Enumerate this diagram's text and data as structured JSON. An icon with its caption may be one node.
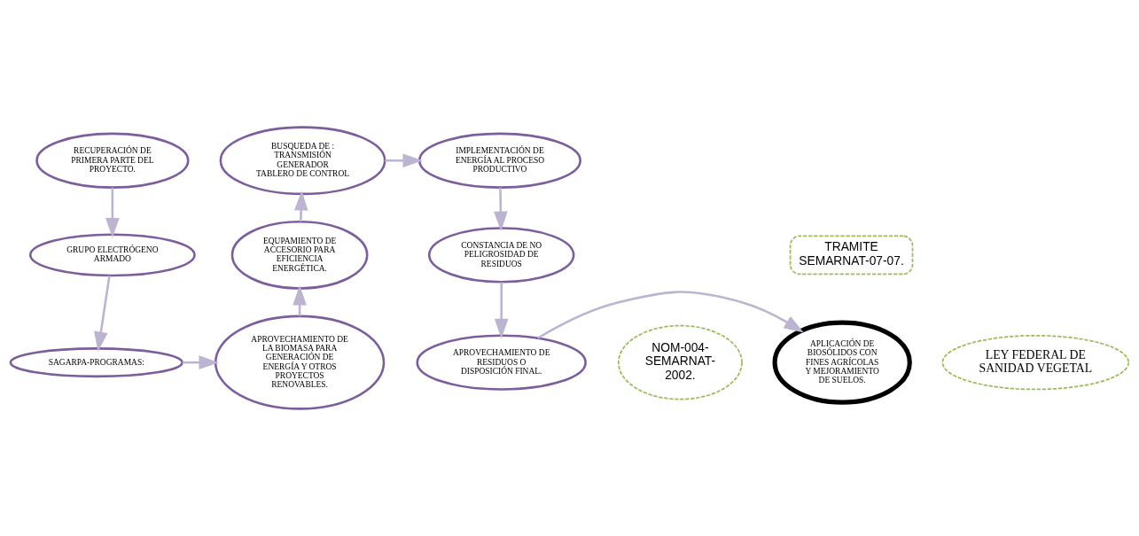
{
  "diagram": {
    "nodes": [
      {
        "text": [
          "RECUPERACIÓN DE PRIMERA PARTE DEL PROYECTO."
        ]
      },
      {
        "text": [
          "GRUPO ELECTRÓGENO ARMADO"
        ]
      },
      {
        "text": [
          "SAGARPA-PROGRAMAS:"
        ]
      },
      {
        "text": [
          "APROVECHAMIENTO DE LA BIOMASA PARA GENERACIÓN DE ENERGÍA Y OTROS PROYECTOS RENOVABLES."
        ]
      },
      {
        "text": [
          "EQUPAMIENTO DE ACCESORIO PARA EFICIENCIA ENERGÉTICA."
        ]
      },
      {
        "text": [
          "BUSQUEDA DE :",
          "TRANSMISIÓN",
          "GENERADOR",
          "TABLERO DE CONTROL"
        ]
      },
      {
        "text": [
          "IMPLEMENTACIÓN DE ENERGÍA AL PROCESO PRODUCTIVO"
        ]
      },
      {
        "text": [
          "TRAMITE SEMARNAT-07-07."
        ]
      },
      {
        "text": [
          "CONSTANCIA DE NO PELIGROSIDAD DE RESIDUOS"
        ]
      },
      {
        "text": [
          "LEY FEDERAL DE SANIDAD VEGETAL"
        ]
      },
      {
        "text": [
          "NOM-004-SEMARNAT-2002."
        ]
      },
      {
        "text": [
          "APROVECHAMIENTO DE RESIDUOS O DISPOSICIÓN FINAL."
        ]
      },
      {
        "text": [
          "APLICACIÓN DE BIOSÓLIDOS CON FINES AGRÍCOLAS Y MEJORAMIENTO DE SUELOS."
        ]
      }
    ],
    "edges": [
      {
        "from": 0,
        "to": 1,
        "arrow": "to"
      },
      {
        "from": 1,
        "to": 2,
        "arrow": "to"
      },
      {
        "from": 2,
        "to": 3,
        "arrow": "to"
      },
      {
        "from": 3,
        "to": 4,
        "arrow": "to"
      },
      {
        "from": 4,
        "to": 5,
        "arrow": "to"
      },
      {
        "from": 5,
        "to": 6,
        "arrow": "to"
      },
      {
        "from": 6,
        "to": 8,
        "arrow": "to"
      },
      {
        "from": 8,
        "to": 11,
        "arrow": "to"
      },
      {
        "from": 11,
        "to": 12,
        "arrow": "to"
      }
    ]
  }
}
